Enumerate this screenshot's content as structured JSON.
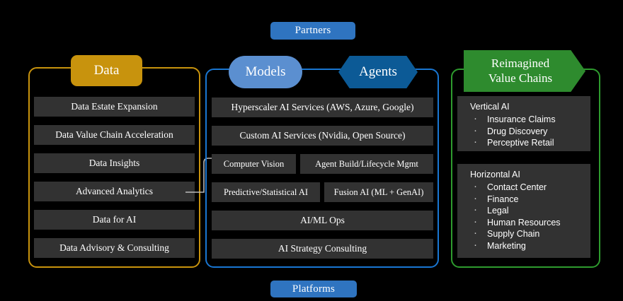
{
  "top_badge": {
    "label": "Partners"
  },
  "bottom_badge": {
    "label": "Platforms"
  },
  "colors": {
    "data_accent": "#c8930d",
    "models_accent": "#5b8fd0",
    "agents_accent": "#0c5a96",
    "value_chain_accent": "#2e8b2e",
    "badge_blue": "#2f74c0",
    "row_bg": "#323232",
    "background": "#000000"
  },
  "data_column": {
    "header": "Data",
    "items": [
      "Data Estate Expansion",
      "Data Value Chain Acceleration",
      "Data Insights",
      "Advanced Analytics",
      "Data for AI",
      "Data Advisory & Consulting"
    ]
  },
  "middle_column": {
    "header_models": "Models",
    "header_agents": "Agents",
    "rows": [
      {
        "type": "full",
        "label": "Hyperscaler AI Services (AWS, Azure, Google)"
      },
      {
        "type": "full",
        "label": "Custom AI Services (Nvidia, Open Source)"
      },
      {
        "type": "split",
        "left": "Computer Vision",
        "right": "Agent Build/Lifecycle Mgmt"
      },
      {
        "type": "split",
        "left": "Predictive/Statistical AI",
        "right": "Fusion AI (ML + GenAI)"
      },
      {
        "type": "full",
        "label": "AI/ML Ops"
      },
      {
        "type": "full",
        "label": "AI Strategy Consulting"
      }
    ]
  },
  "value_chain_column": {
    "header_line1": "Reimagined",
    "header_line2": "Value Chains",
    "panels": [
      {
        "title": "Vertical AI",
        "items": [
          "Insurance Claims",
          "Drug Discovery",
          "Perceptive Retail"
        ]
      },
      {
        "title": "Horizontal AI",
        "items": [
          "Contact Center",
          "Finance",
          "Legal",
          "Human Resources",
          "Supply Chain",
          "Marketing"
        ]
      }
    ]
  }
}
